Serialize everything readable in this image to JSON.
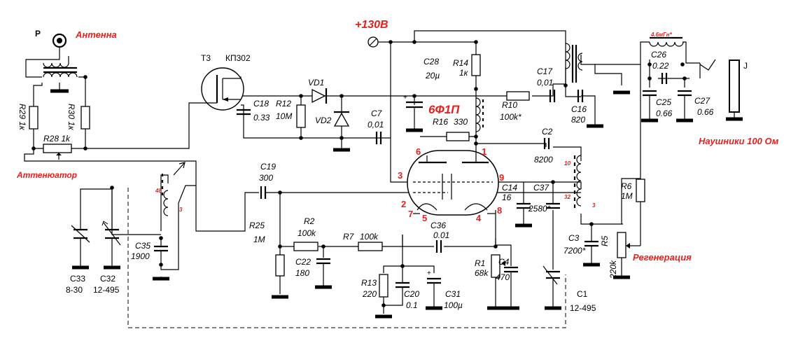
{
  "titles": {
    "supply": "+130В",
    "tube": "6Ф1П",
    "antenna": "Антенна",
    "attenuator": "Аттенюатор",
    "headphones": "Наушники 100 Ом",
    "regeneration": "Регенерация"
  },
  "connectors": {
    "antenna_p": "P",
    "phones_j": "J"
  },
  "transistor": {
    "name": "T3",
    "type": "КП302"
  },
  "resistors": {
    "r29": "R29 1к",
    "r30": "R30 1к",
    "r28": "R28 1k",
    "r12": "R12",
    "r12_val": "10M",
    "r14": "R14",
    "r14_val": "1к",
    "r10": "R10",
    "r10_val": "100k*",
    "r16": "R16",
    "r16_val": "330",
    "r6": "R6",
    "r6_val": "1M",
    "r5": "R5",
    "r5_val": "220k",
    "r25": "R25",
    "r25_val": "1M",
    "r2": "R2",
    "r2_val": "100k",
    "r7": "R7",
    "r7_val": "100k",
    "r13": "R13",
    "r13_val": "220",
    "r1": "R1",
    "r1_val": "68k"
  },
  "capacitors": {
    "c18": "C18",
    "c18_val": "0.33",
    "c28": "C28",
    "c28_val": "20µ",
    "c7": "C7",
    "c7_val": "0,01",
    "c17": "C17",
    "c17_val": "0,01",
    "c16": "C16",
    "c16_val": "820",
    "c2": "C2",
    "c2_val": "8200",
    "c26": "C26",
    "c26_val": "0.22",
    "c25": "C25",
    "c25_val": "0.66",
    "c27": "C27",
    "c27_val": "0.66",
    "c19": "C19",
    "c19_val": "300",
    "c35": "C35",
    "c35_val": "1900",
    "c33": "C33",
    "c33_val": "8-30",
    "c32": "C32",
    "c32_val": "12-495",
    "c22": "C22",
    "c22_val": "180",
    "c36": "C36",
    "c36_val": "0.01",
    "c14": "C14",
    "c14_val": "16",
    "c37": "C37",
    "c37_val": "2580*",
    "c3": "C3",
    "c3_val": "7200*",
    "c20": "C20",
    "c20_val": "0.1",
    "c31": "C31",
    "c31_val": "100µ",
    "c4": "C4",
    "c4_val": "470",
    "c1": "C1",
    "c1_val": "12-495"
  },
  "diodes": {
    "vd1": "VD1",
    "vd2": "VD2"
  },
  "inductor": {
    "value": "4.6мГн*"
  },
  "coil_taps": {
    "t48": "48",
    "t3a": "3",
    "t10": "10",
    "t32": "32",
    "t3b": "3"
  },
  "tube_pins": {
    "p1": "1",
    "p2": "2",
    "p3": "3",
    "p4": "4",
    "p5": "5",
    "p6": "6",
    "p7": "7",
    "p8": "8",
    "p9": "9"
  },
  "colors": {
    "accent": "#e8201c",
    "ink": "#000000",
    "background": "#ffffff"
  },
  "icons": [
    "antenna-icon",
    "ground-icon",
    "transistor-icon",
    "tube-icon",
    "headphones-icon",
    "terminal-icon"
  ]
}
